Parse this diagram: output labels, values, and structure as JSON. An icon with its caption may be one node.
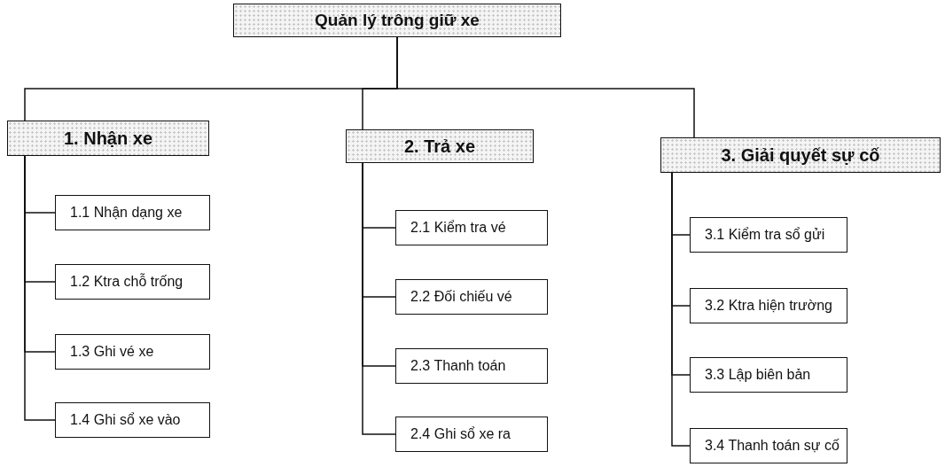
{
  "diagram": {
    "nodes": [
      {
        "text": [
          "Quản lý trông giữ xe"
        ]
      },
      {
        "text": [
          "1. Nhận xe"
        ]
      },
      {
        "text": [
          "1.1 Nhận dạng xe"
        ]
      },
      {
        "text": [
          "1.2 Ktra chỗ trống"
        ]
      },
      {
        "text": [
          "1.3 Ghi vé xe"
        ]
      },
      {
        "text": [
          "1.4 Ghi sổ xe vào"
        ]
      },
      {
        "text": [
          "2. Trả xe"
        ]
      },
      {
        "text": [
          "2.1 Kiểm tra vé"
        ]
      },
      {
        "text": [
          "2.2 Đối chiếu vé"
        ]
      },
      {
        "text": [
          "2.3 Thanh toán"
        ]
      },
      {
        "text": [
          "2.4 Ghi sổ xe ra"
        ]
      },
      {
        "text": [
          "3. Giải quyết sự cố"
        ]
      },
      {
        "text": [
          "3.1 Kiểm tra sổ gửi"
        ]
      },
      {
        "text": [
          "3.2 Ktra hiện trường"
        ]
      },
      {
        "text": [
          "3.3 Lập biên bản"
        ]
      },
      {
        "text": [
          "3.4 Thanh toán sự cố"
        ]
      }
    ],
    "edges": [
      {
        "from": 0,
        "to": 1,
        "arrow": "none"
      },
      {
        "from": 0,
        "to": 6,
        "arrow": "none"
      },
      {
        "from": 0,
        "to": 11,
        "arrow": "none"
      },
      {
        "from": 1,
        "to": 2,
        "arrow": "none"
      },
      {
        "from": 1,
        "to": 3,
        "arrow": "none"
      },
      {
        "from": 1,
        "to": 4,
        "arrow": "none"
      },
      {
        "from": 1,
        "to": 5,
        "arrow": "none"
      },
      {
        "from": 6,
        "to": 7,
        "arrow": "none"
      },
      {
        "from": 6,
        "to": 8,
        "arrow": "none"
      },
      {
        "from": 6,
        "to": 9,
        "arrow": "none"
      },
      {
        "from": 6,
        "to": 10,
        "arrow": "none"
      },
      {
        "from": 11,
        "to": 12,
        "arrow": "none"
      },
      {
        "from": 11,
        "to": 13,
        "arrow": "none"
      },
      {
        "from": 11,
        "to": 14,
        "arrow": "none"
      },
      {
        "from": 11,
        "to": 15,
        "arrow": "none"
      }
    ]
  }
}
